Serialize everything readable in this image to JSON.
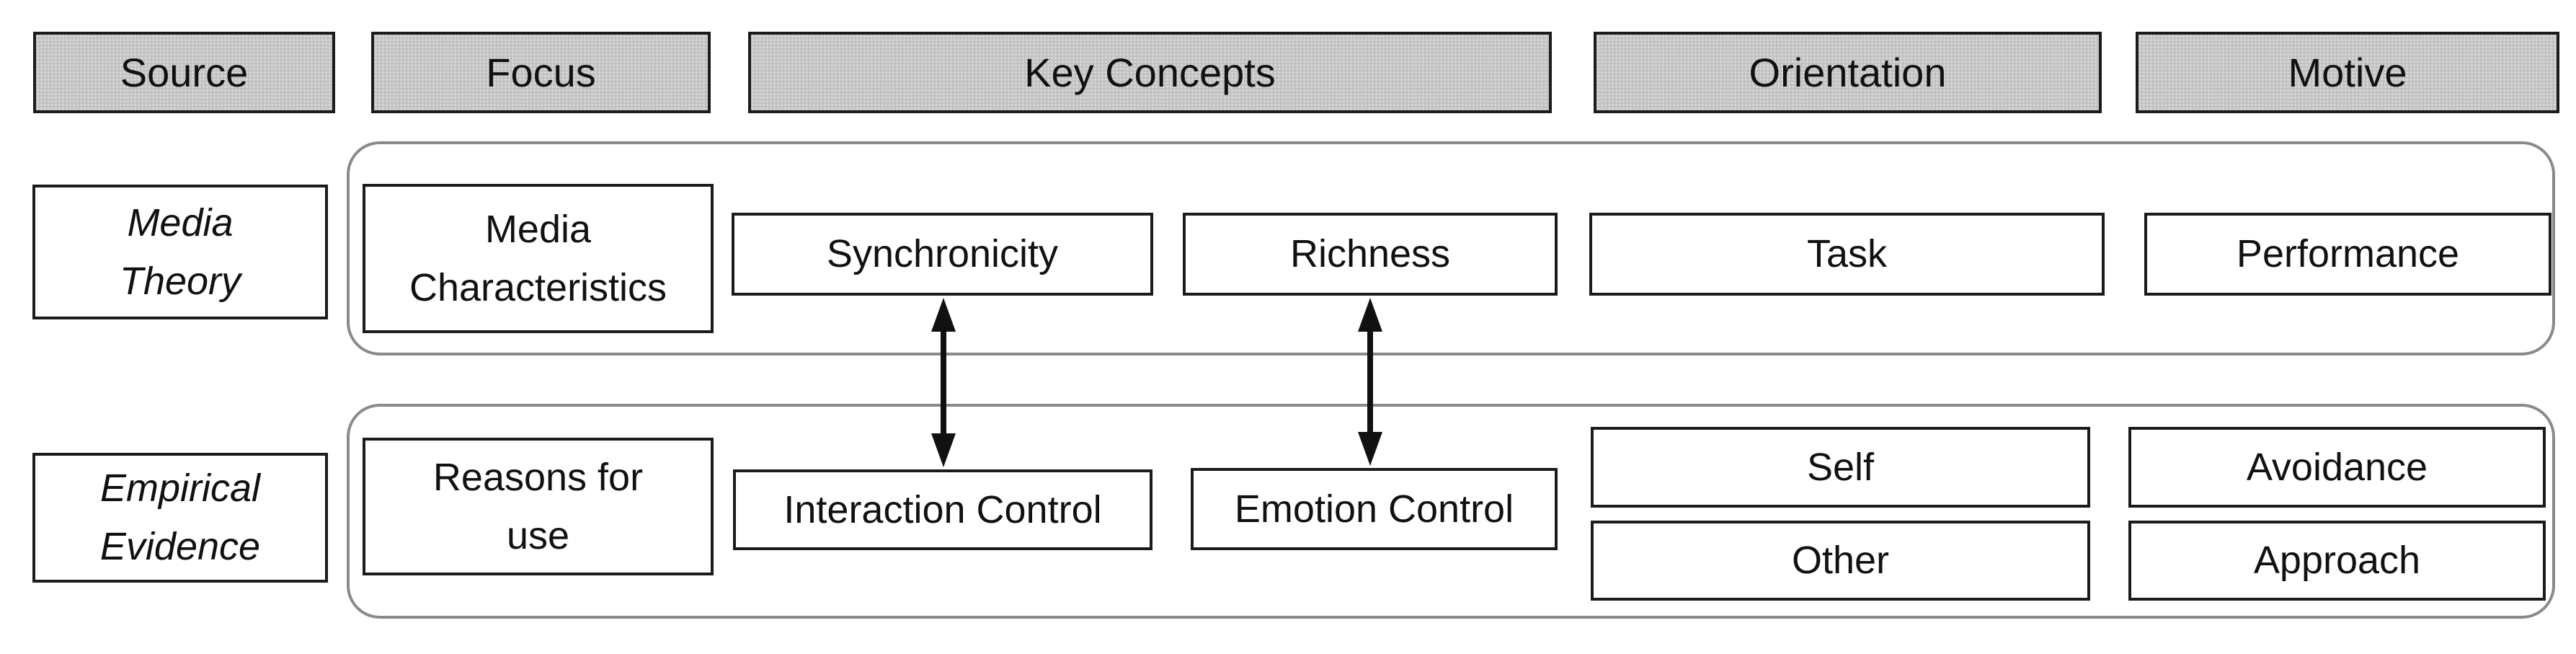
{
  "colors": {
    "header_fill": "#c2c2c2",
    "header_dot": "#e3e3e3",
    "box_border": "#1b1b1b",
    "container_border": "#8a8a8a",
    "arrow": "#111111",
    "text": "#111111",
    "background": "#ffffff"
  },
  "headers": {
    "source": "Source",
    "focus": "Focus",
    "key_concepts": "Key Concepts",
    "orientation": "Orientation",
    "motive": "Motive"
  },
  "rows": {
    "media_theory": {
      "source_lines": [
        "Media",
        "Theory"
      ],
      "focus_lines": [
        "Media",
        "Characteristics"
      ],
      "key_concepts": [
        "Synchronicity",
        "Richness"
      ],
      "orientation": [
        "Task"
      ],
      "motive": [
        "Performance"
      ]
    },
    "empirical_evidence": {
      "source_lines": [
        "Empirical",
        "Evidence"
      ],
      "focus_lines": [
        "Reasons for",
        "use"
      ],
      "key_concepts": [
        "Interaction Control",
        "Emotion Control"
      ],
      "orientation": [
        "Self",
        "Other"
      ],
      "motive": [
        "Avoidance",
        "Approach"
      ]
    }
  },
  "connections": [
    {
      "from": "Synchronicity",
      "to": "Interaction Control",
      "type": "double-headed-arrow"
    },
    {
      "from": "Richness",
      "to": "Emotion Control",
      "type": "double-headed-arrow"
    }
  ]
}
